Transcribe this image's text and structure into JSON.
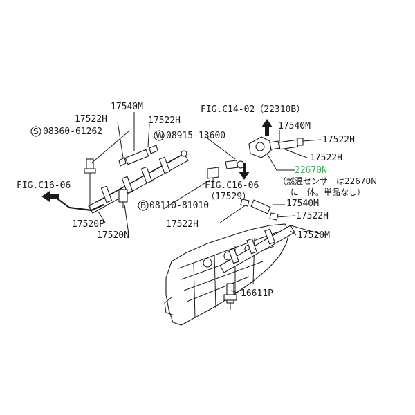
{
  "labels": {
    "p17540M_a": "17540M",
    "p17522H_a": "17522H",
    "p17522H_b": "17522H",
    "p08360": "08360-61262",
    "p08915": "08915-13600",
    "figC14": "FIG.C14-02（22310B）",
    "p17540M_b": "17540M",
    "p17522H_c": "17522H",
    "p17522H_d": "17522H",
    "p22670N": "22670N",
    "note1": "（燃温センサーは22670N",
    "note2": "に一体。単品なし）",
    "figC16_left": "FIG.C16-06",
    "figC16_mid": "FIG.C16-06",
    "p17529": "（17529）",
    "p08110": "08110-81010",
    "p17540M_c": "17540M",
    "p17522H_e": "17522H",
    "p17522H_f": "17522H",
    "p17520P": "17520P",
    "p17520N": "17520N",
    "p17520M": "17520M",
    "p16611P": "16611P",
    "circle_s": "S",
    "circle_w": "W",
    "circle_b": "B"
  },
  "colors": {
    "highlight": "#2fb84a",
    "ink": "#1a1a1a"
  }
}
